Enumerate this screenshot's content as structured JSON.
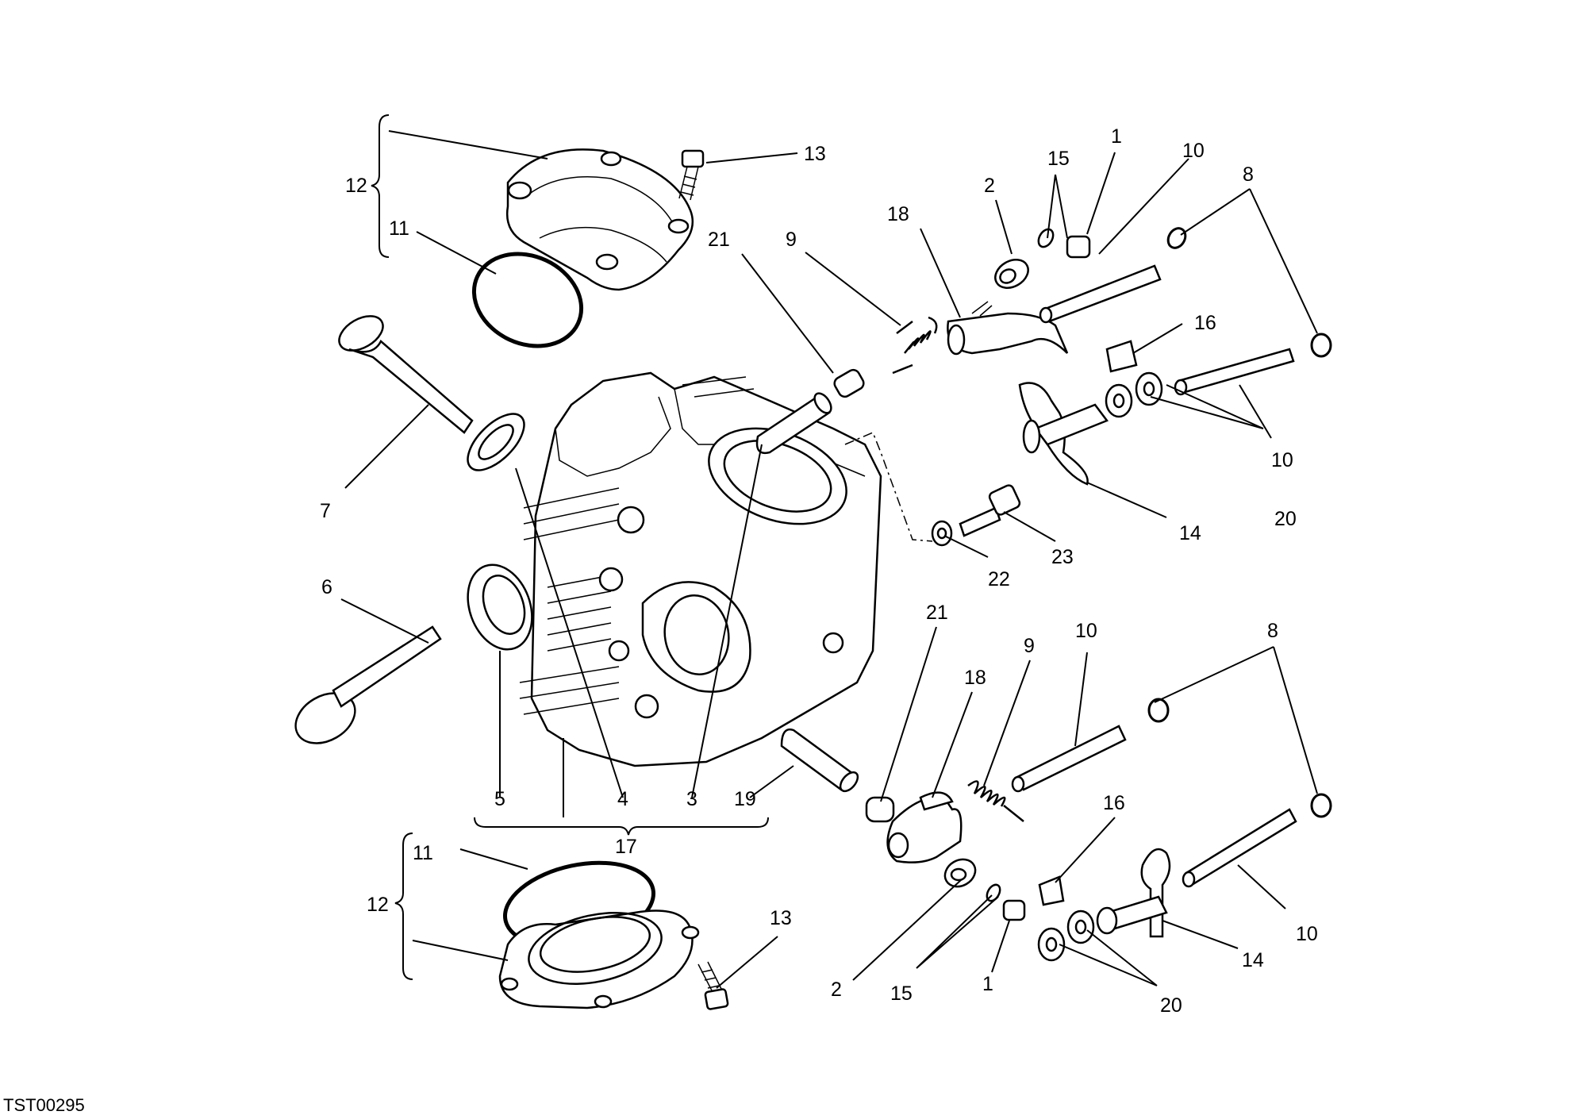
{
  "drawing_code": "TST00295",
  "callouts": {
    "c12_top": "12",
    "c11_top": "11",
    "c13_top": "13",
    "c7": "7",
    "c6": "6",
    "c5": "5",
    "c4": "4",
    "c3": "3",
    "c19": "19",
    "c17": "17",
    "c12_bot": "12",
    "c11_bot": "11",
    "c13_bot": "13",
    "c21_top": "21",
    "c9_top": "9",
    "c18_top": "18",
    "c2_top": "2",
    "c15_top": "15",
    "c1_top": "1",
    "c10_top_a": "10",
    "c8_top": "8",
    "c16_top": "16",
    "c10_top_b": "10",
    "c20_top": "20",
    "c14_top": "14",
    "c22": "22",
    "c23": "23",
    "c21_bot": "21",
    "c18_bot": "18",
    "c9_bot": "9",
    "c10_bot_a": "10",
    "c8_bot": "8",
    "c16_bot": "16",
    "c10_bot_b": "10",
    "c14_bot": "14",
    "c20_bot": "20",
    "c2_bot": "2",
    "c15_bot": "15",
    "c1_bot": "1"
  }
}
